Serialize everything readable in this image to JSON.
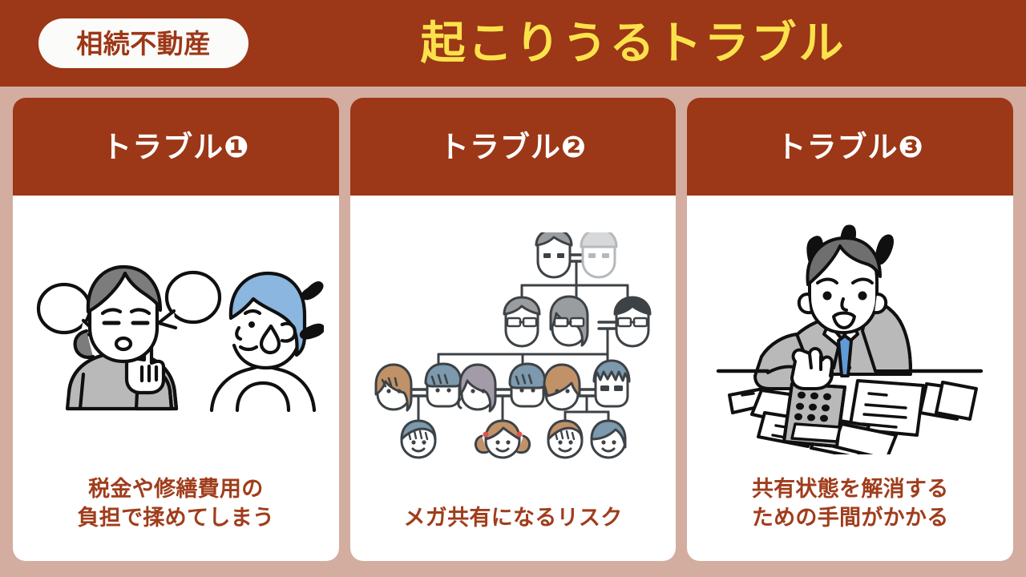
{
  "header": {
    "badge_label": "相続不動産",
    "title": "起こりうるトラブル",
    "bar_color": "#9c3717",
    "title_color": "#fbe24b",
    "badge_bg": "#fbfbf9",
    "badge_text_color": "#9c3717"
  },
  "page": {
    "background_color": "#d3ada0",
    "card_background": "#ffffff",
    "caption_color": "#a03d1c"
  },
  "cards": [
    {
      "header_label": "トラブル❶",
      "illustration_name": "two-people-arguing-illustration",
      "caption": "税金や修繕費用の\n負担で揉めてしまう"
    },
    {
      "header_label": "トラブル❷",
      "illustration_name": "family-tree-illustration",
      "caption": "メガ共有になるリスク"
    },
    {
      "header_label": "トラブル❸",
      "illustration_name": "stressed-man-paperwork-illustration",
      "caption": "共有状態を解消する\nための手間がかかる"
    }
  ]
}
